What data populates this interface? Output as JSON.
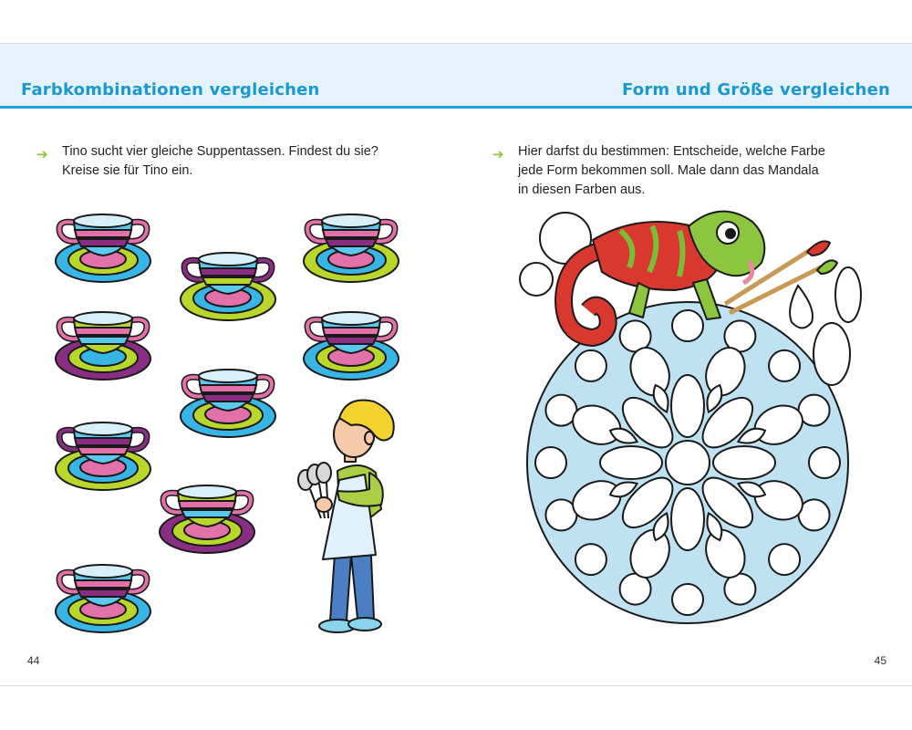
{
  "left_page": {
    "title": "Farbkombinationen vergleichen",
    "instruction_line1": "Tino sucht vier gleiche Suppentassen. Findest du sie?",
    "instruction_line2": "Kreise sie für Tino ein.",
    "page_number": "44",
    "cups": [
      {
        "plate": [
          "#37b6e6",
          "#b9d62b",
          "#e271a9"
        ],
        "body": [
          "#5bc8ee",
          "#e271a9",
          "#8a2e83"
        ]
      },
      {
        "plate": [
          "#b9d62b",
          "#37b6e6",
          "#e271a9"
        ],
        "body": [
          "#5bc8ee",
          "#8a2e83",
          "#b9d62b"
        ]
      },
      {
        "plate": [
          "#b9d62b",
          "#37b6e6",
          "#e271a9"
        ],
        "body": [
          "#5bc8ee",
          "#e271a9",
          "#8a2e83"
        ]
      },
      {
        "plate": [
          "#8a2e83",
          "#b9d62b",
          "#37b6e6"
        ],
        "body": [
          "#b9d62b",
          "#e271a9",
          "#5bc8ee"
        ]
      },
      {
        "plate": [
          "#37b6e6",
          "#b9d62b",
          "#e271a9"
        ],
        "body": [
          "#5bc8ee",
          "#e271a9",
          "#8a2e83"
        ]
      },
      {
        "plate": [
          "#37b6e6",
          "#b9d62b",
          "#e271a9"
        ],
        "body": [
          "#5bc8ee",
          "#e271a9",
          "#8a2e83"
        ]
      },
      {
        "plate": [
          "#b9d62b",
          "#37b6e6",
          "#e271a9"
        ],
        "body": [
          "#5bc8ee",
          "#8a2e83",
          "#e271a9"
        ]
      },
      {
        "plate": [
          "#8a2e83",
          "#b9d62b",
          "#e271a9"
        ],
        "body": [
          "#b9d62b",
          "#e271a9",
          "#5bc8ee"
        ]
      },
      {
        "plate": [
          "#37b6e6",
          "#b9d62b",
          "#e271a9"
        ],
        "body": [
          "#5bc8ee",
          "#e271a9",
          "#8a2e83"
        ]
      }
    ]
  },
  "right_page": {
    "title": "Form und Größe vergleichen",
    "instruction_line1": "Hier darfst du bestimmen: Entscheide, welche Farbe",
    "instruction_line2": "jede Form bekommen soll. Male dann das Mandala",
    "instruction_line3": "in diesen Farben aus.",
    "page_number": "45",
    "mandala_fill": "#bfe2f3"
  },
  "colors": {
    "accent": "#1ea3d8",
    "arrow": "#8cc63f",
    "header_bg": "#e4f3fb"
  }
}
